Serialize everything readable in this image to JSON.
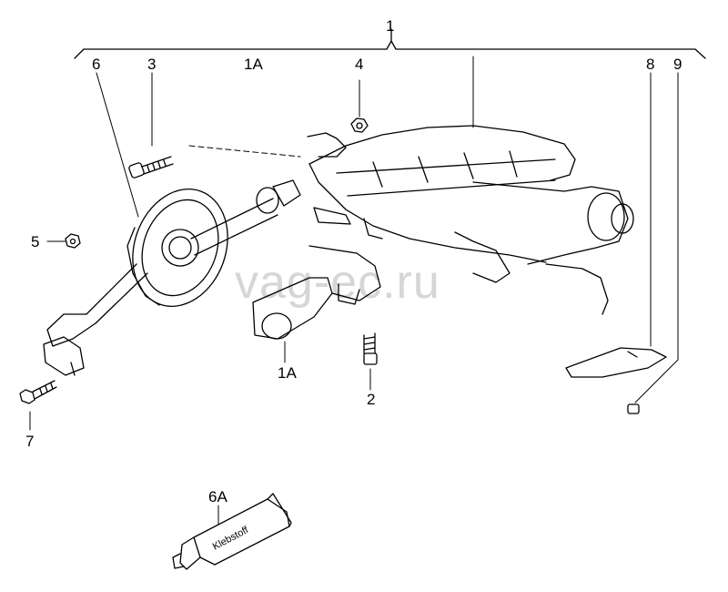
{
  "labels": {
    "l1": "1",
    "l1a_top": "1A",
    "l1a_bottom": "1A",
    "l2": "2",
    "l3": "3",
    "l4": "4",
    "l5": "5",
    "l6": "6",
    "l6a": "6A",
    "l7": "7",
    "l8": "8",
    "l9": "9"
  },
  "tube_text": "Klebstoff",
  "watermark": "vag-ec.ru"
}
